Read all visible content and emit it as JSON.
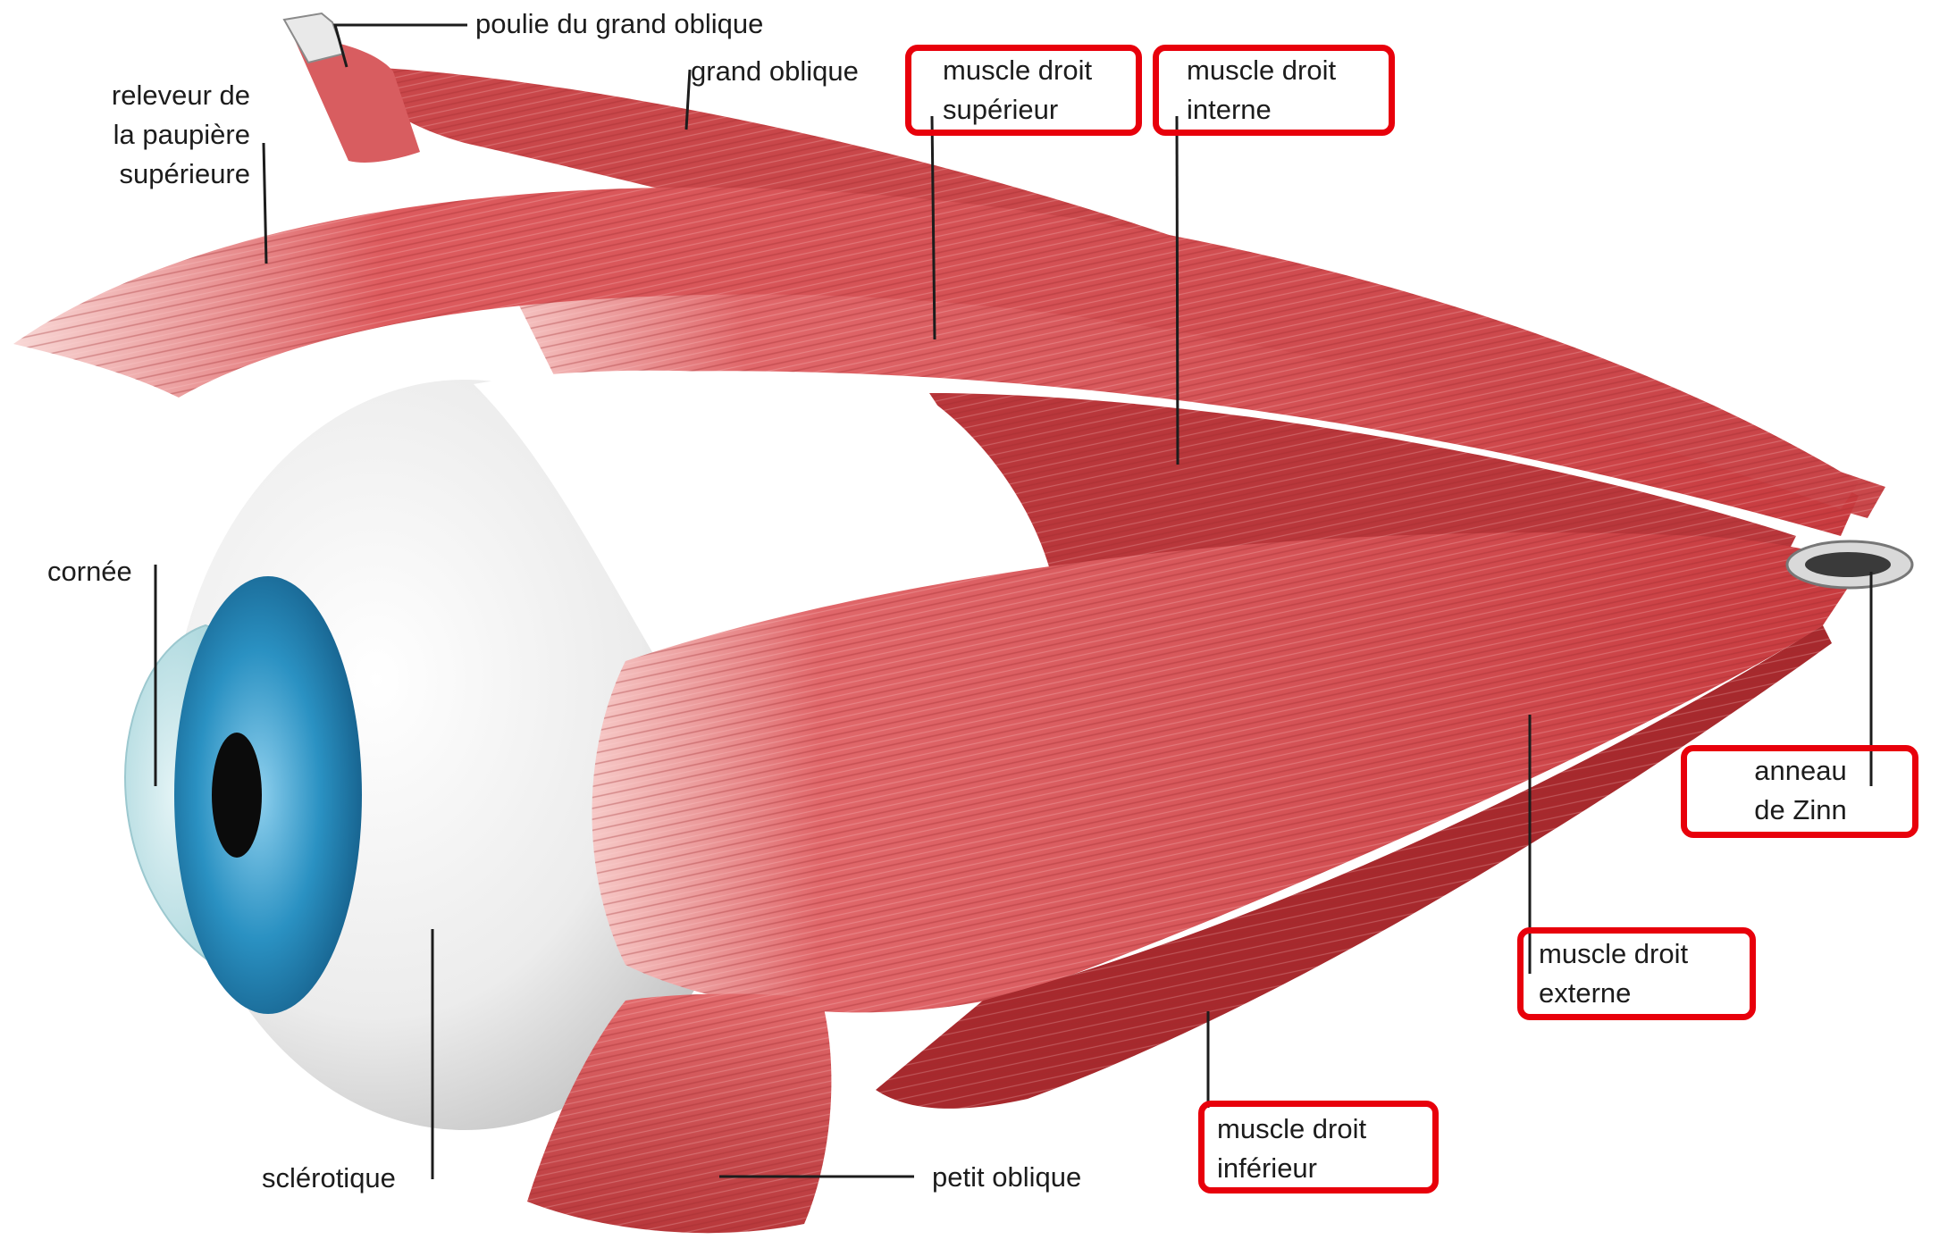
{
  "diagram": {
    "labels": {
      "poulie": "poulie du grand oblique",
      "grand_oblique": "grand oblique",
      "releveur": [
        "releveur de",
        "la paupière",
        "supérieure"
      ],
      "droit_superieur": [
        "muscle droit",
        "supérieur"
      ],
      "droit_interne": [
        "muscle droit",
        "interne"
      ],
      "cornee": "cornée",
      "anneau": [
        "anneau",
        "de Zinn"
      ],
      "droit_externe": [
        "muscle droit",
        "externe"
      ],
      "droit_inferieur": [
        "muscle droit",
        "inférieur"
      ],
      "sclerotique": "sclérotique",
      "petit_oblique": "petit oblique"
    },
    "highlighted": [
      "droit_superieur",
      "droit_interne",
      "anneau",
      "droit_externe",
      "droit_inferieur"
    ],
    "colors": {
      "muscle": "#d8484b",
      "muscle_dark": "#a82c2e",
      "muscle_light": "#f2b4b2",
      "sclera": "#eeeeee",
      "iris": "#1f86b8",
      "highlight": "#e8000b",
      "leader": "#1c1c1c"
    }
  }
}
